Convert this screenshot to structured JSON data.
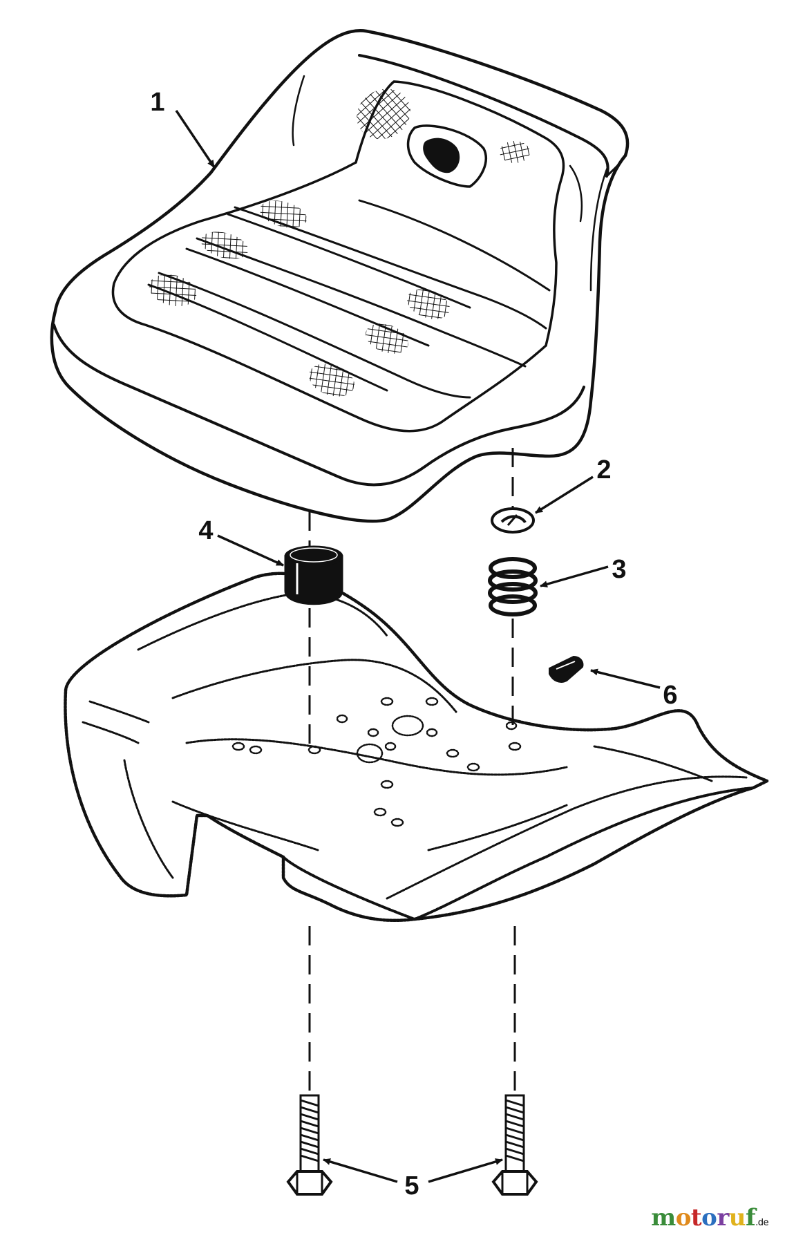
{
  "diagram": {
    "callouts": [
      {
        "id": "1",
        "label": "1",
        "part": "seat"
      },
      {
        "id": "2",
        "label": "2",
        "part": "washer"
      },
      {
        "id": "3",
        "label": "3",
        "part": "spring"
      },
      {
        "id": "4",
        "label": "4",
        "part": "bumper"
      },
      {
        "id": "5",
        "label": "5",
        "part": "bolt"
      },
      {
        "id": "6",
        "label": "6",
        "part": "clip"
      }
    ]
  },
  "brand": {
    "letters": [
      "m",
      "o",
      "t",
      "o",
      "r",
      "u",
      "f"
    ],
    "letter_colors": [
      "#3a8c3a",
      "#e08a1c",
      "#c62828",
      "#2b6fbf",
      "#7b3fa0",
      "#e0b21c",
      "#3a8c3a"
    ],
    "tld": ".de"
  },
  "colors": {
    "line": "#111111",
    "background": "#ffffff"
  }
}
